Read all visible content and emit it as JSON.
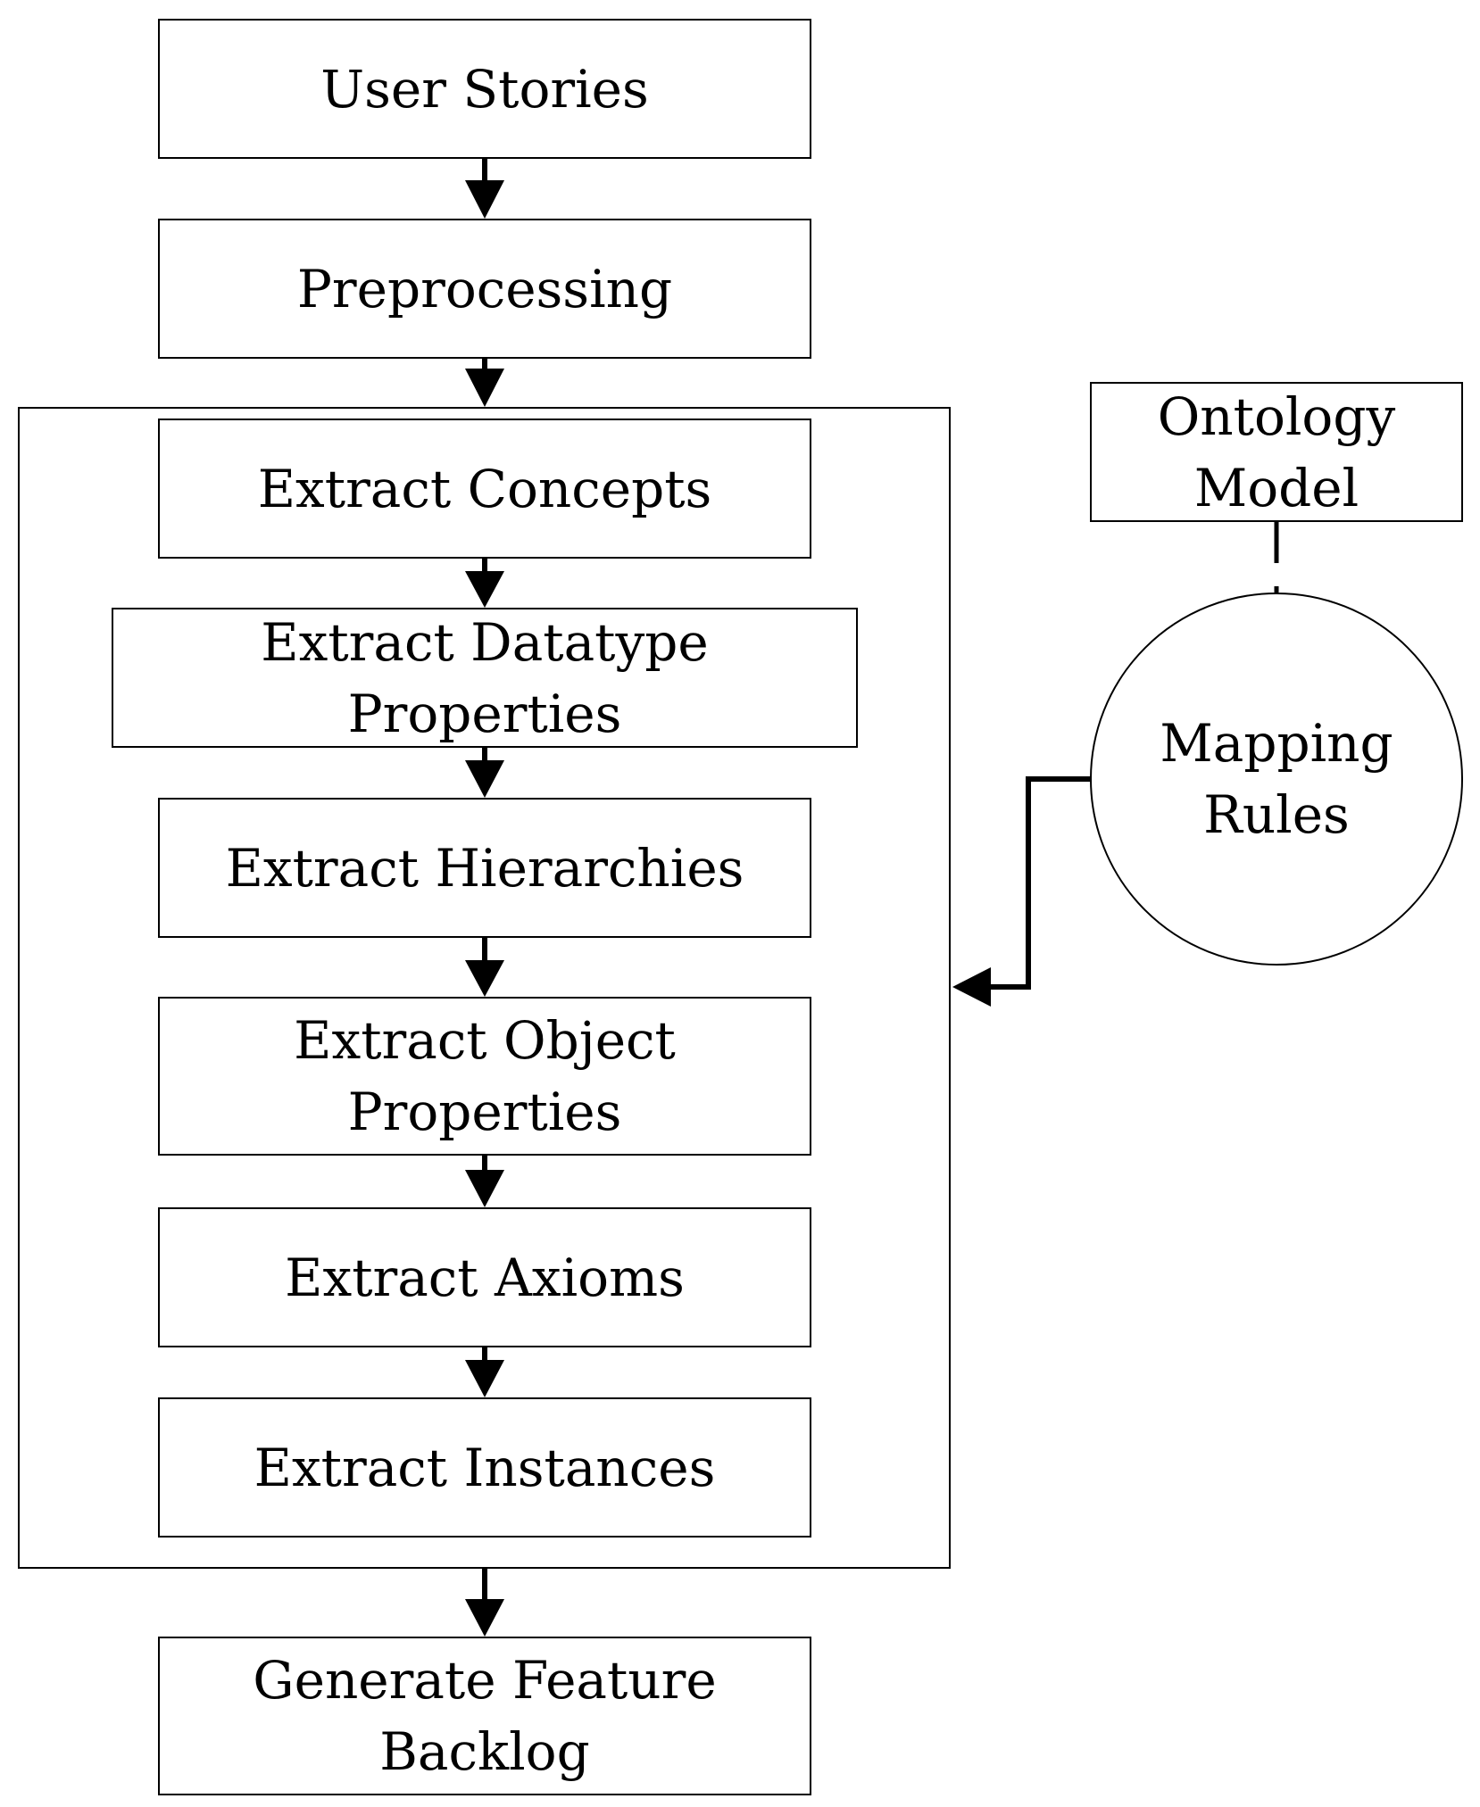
{
  "nodes": {
    "user_stories": {
      "lines": [
        "User Stories"
      ]
    },
    "preprocessing": {
      "lines": [
        "Preprocessing"
      ]
    },
    "extract_concepts": {
      "lines": [
        "Extract Concepts"
      ]
    },
    "extract_datatype_properties": {
      "lines": [
        "Extract Datatype",
        "Properties"
      ]
    },
    "extract_hierarchies": {
      "lines": [
        "Extract Hierarchies"
      ]
    },
    "extract_object_properties": {
      "lines": [
        "Extract Object",
        "Properties"
      ]
    },
    "extract_axioms": {
      "lines": [
        "Extract Axioms"
      ]
    },
    "extract_instances": {
      "lines": [
        "Extract Instances"
      ]
    },
    "generate_feature_backlog": {
      "lines": [
        "Generate Feature",
        "Backlog"
      ]
    },
    "ontology_model": {
      "lines": [
        "Ontology",
        "Model"
      ]
    },
    "mapping_rules": {
      "lines": [
        "Mapping",
        "Rules"
      ]
    }
  },
  "edges": [
    {
      "from": "user_stories",
      "to": "preprocessing"
    },
    {
      "from": "preprocessing",
      "to": "extraction_group"
    },
    {
      "from": "extract_concepts",
      "to": "extract_datatype_properties"
    },
    {
      "from": "extract_datatype_properties",
      "to": "extract_hierarchies"
    },
    {
      "from": "extract_hierarchies",
      "to": "extract_object_properties"
    },
    {
      "from": "extract_object_properties",
      "to": "extract_axioms"
    },
    {
      "from": "extract_axioms",
      "to": "extract_instances"
    },
    {
      "from": "extraction_group",
      "to": "generate_feature_backlog"
    },
    {
      "from": "ontology_model",
      "to": "mapping_rules",
      "style": "line"
    },
    {
      "from": "mapping_rules",
      "to": "extraction_group"
    }
  ]
}
